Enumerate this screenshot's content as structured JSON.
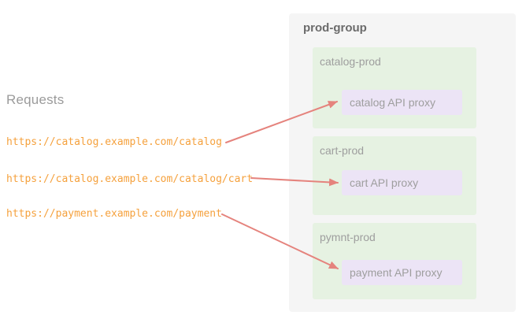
{
  "diagram": {
    "requests_heading": "Requests",
    "requests": [
      {
        "url": "https://catalog.example.com/catalog"
      },
      {
        "url": "https://catalog.example.com/catalog/cart"
      },
      {
        "url": "https://payment.example.com/payment"
      }
    ],
    "group": {
      "title": "prod-group",
      "environments": [
        {
          "name": "catalog-prod",
          "proxy": "catalog API proxy"
        },
        {
          "name": "cart-prod",
          "proxy": "cart API proxy"
        },
        {
          "name": "pymnt-prod",
          "proxy": "payment API proxy"
        }
      ]
    },
    "colors": {
      "url_text": "#f5a13d",
      "arrow": "#e5837d",
      "group_bg": "#f5f5f5",
      "environment_bg": "#e6f2e2",
      "proxy_bg": "#ece4f6",
      "label_text": "#9e9e9e",
      "group_title_text": "#6b6b6b",
      "heading_text": "#9b9b9b"
    }
  }
}
